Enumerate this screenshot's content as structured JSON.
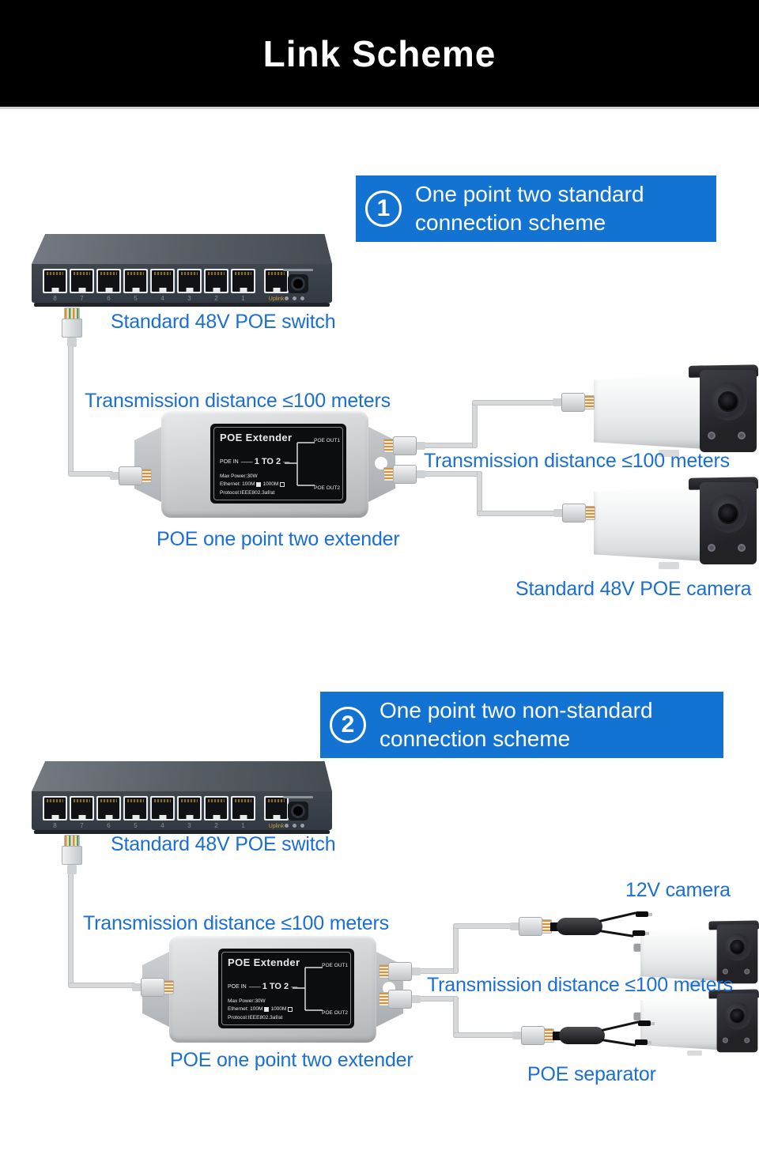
{
  "page": {
    "title": "Link Scheme"
  },
  "colors": {
    "header_bg": "#000000",
    "banner_blue": "#1273d2",
    "label_blue": "#1a6fd4"
  },
  "scheme1": {
    "badge": "1",
    "title_line1": "One point two standard",
    "title_line2": "connection scheme",
    "switch_label": "Standard 48V POE switch",
    "distance_label_left": "Transmission distance ≤100 meters",
    "distance_label_right": "Transmission distance ≤100 meters",
    "extender_label": "POE one point two extender",
    "camera_label": "Standard 48V POE camera"
  },
  "scheme2": {
    "badge": "2",
    "title_line1": "One point two non-standard",
    "title_line2": "connection scheme",
    "switch_label": "Standard 48V POE switch",
    "camera_label": "12V camera",
    "distance_label_left": "Transmission distance ≤100 meters",
    "distance_label_right": "Transmission distance ≤100 meters",
    "extender_label": "POE one point two extender",
    "separator_label": "POE separator"
  },
  "devices": {
    "extender_panel": {
      "title": "POE Extender",
      "poe_in": "POE IN",
      "ratio": "1 TO 2",
      "out1": "POE OUT1",
      "out2": "POE OUT2",
      "max_power": "Max Power:30W",
      "ethernet_100m": "Ethernet: 100M",
      "ethernet_1000m": "1000M",
      "protocol": "Protocol:IEEE802.3af/at"
    },
    "switch": {
      "uplink": "Uplink",
      "port_numbers": [
        "8",
        "7",
        "6",
        "5",
        "4",
        "3",
        "2",
        "1"
      ]
    }
  }
}
